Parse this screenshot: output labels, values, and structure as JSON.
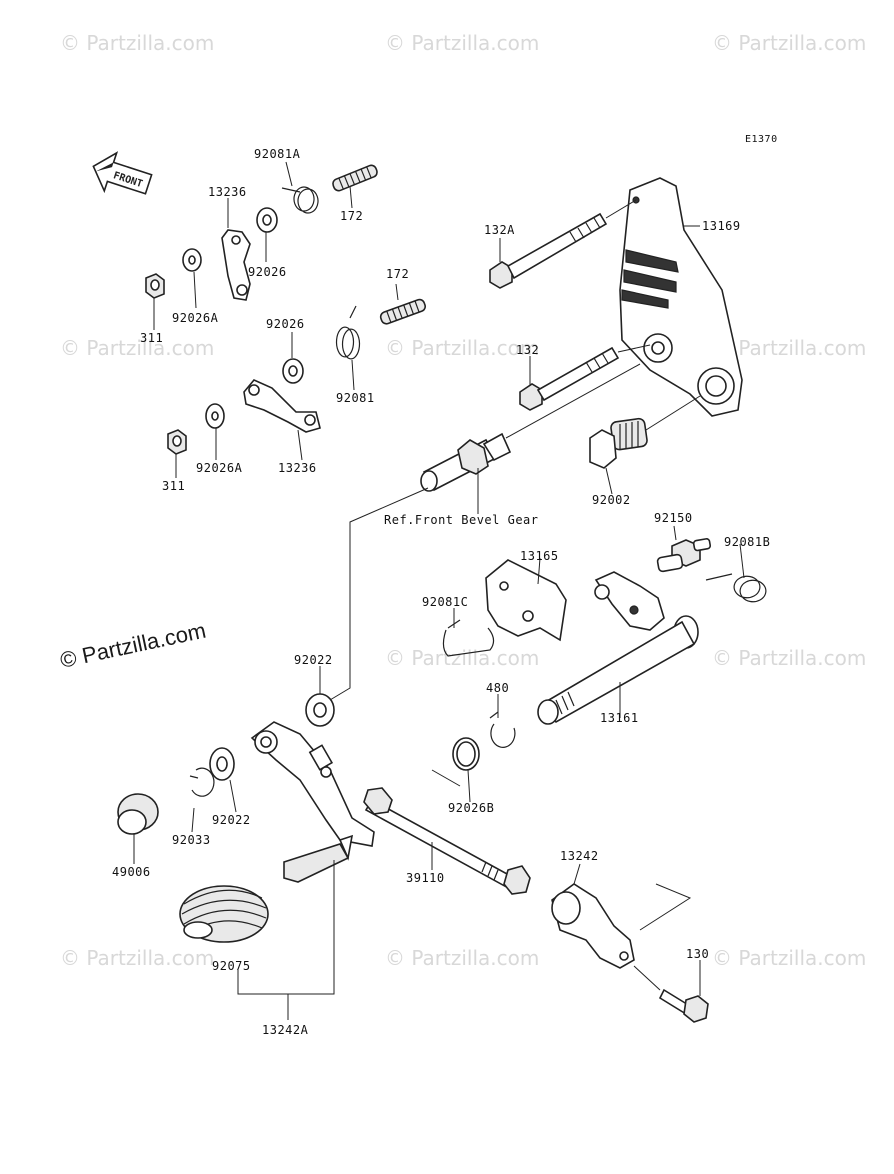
{
  "watermarks": {
    "text": "© Partzilla.com",
    "main": "© Partzilla.com"
  },
  "diagram": {
    "code": "E1370",
    "front_label": "FRONT",
    "ref_note": "Ref.Front Bevel Gear"
  },
  "labels": {
    "p92081A": "92081A",
    "p172a": "172",
    "p13236a": "13236",
    "p92026a": "92026",
    "p92026A_a": "92026A",
    "p311a": "311",
    "p172b": "172",
    "p92026b": "92026",
    "p92081": "92081",
    "p311b": "311",
    "p92026A_b": "92026A",
    "p13236b": "13236",
    "p132A": "132A",
    "p13169": "13169",
    "p132": "132",
    "p92002": "92002",
    "p92150": "92150",
    "p92081B": "92081B",
    "p13165": "13165",
    "p92081C": "92081C",
    "p92022a": "92022",
    "p480": "480",
    "p13161": "13161",
    "p92026B": "92026B",
    "p92022b": "92022",
    "p92033": "92033",
    "p49006": "49006",
    "p39110": "39110",
    "p13242": "13242",
    "p92075": "92075",
    "p130": "130",
    "p13242A": "13242A"
  }
}
